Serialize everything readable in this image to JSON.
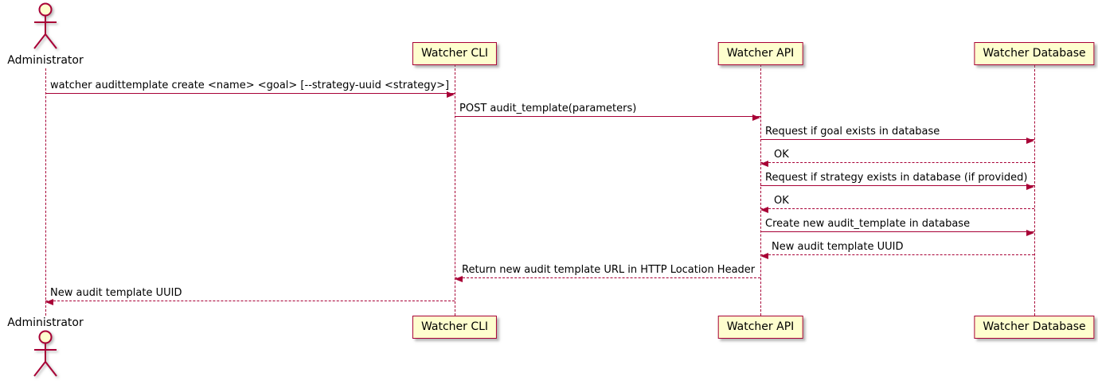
{
  "diagram": {
    "type": "sequence-diagram",
    "colors": {
      "participant_fill": "#FEFECE",
      "participant_border": "#A80036",
      "arrow_line": "#A80036",
      "text": "#000000"
    },
    "actor": {
      "label": "Administrator"
    },
    "participants": [
      {
        "label": "Watcher CLI"
      },
      {
        "label": "Watcher API"
      },
      {
        "label": "Watcher Database"
      }
    ],
    "messages": [
      {
        "text": "watcher audittemplate create <name> <goal> [--strategy-uuid <strategy>]",
        "from": "Administrator",
        "to": "Watcher CLI",
        "style": "solid",
        "direction": "right"
      },
      {
        "text": "POST audit_template(parameters)",
        "from": "Watcher CLI",
        "to": "Watcher API",
        "style": "solid",
        "direction": "right"
      },
      {
        "text": "Request if goal exists in database",
        "from": "Watcher API",
        "to": "Watcher Database",
        "style": "solid",
        "direction": "right"
      },
      {
        "text": "OK",
        "from": "Watcher Database",
        "to": "Watcher API",
        "style": "dashed",
        "direction": "left"
      },
      {
        "text": "Request if strategy exists in database (if provided)",
        "from": "Watcher API",
        "to": "Watcher Database",
        "style": "solid",
        "direction": "right"
      },
      {
        "text": "OK",
        "from": "Watcher Database",
        "to": "Watcher API",
        "style": "dashed",
        "direction": "left"
      },
      {
        "text": "Create new audit_template in database",
        "from": "Watcher API",
        "to": "Watcher Database",
        "style": "solid",
        "direction": "right"
      },
      {
        "text": "New audit template UUID",
        "from": "Watcher Database",
        "to": "Watcher API",
        "style": "dashed",
        "direction": "left"
      },
      {
        "text": "Return new audit template URL in HTTP Location Header",
        "from": "Watcher API",
        "to": "Watcher CLI",
        "style": "dashed",
        "direction": "left"
      },
      {
        "text": "New audit template UUID",
        "from": "Watcher CLI",
        "to": "Administrator",
        "style": "dashed",
        "direction": "left"
      }
    ]
  }
}
